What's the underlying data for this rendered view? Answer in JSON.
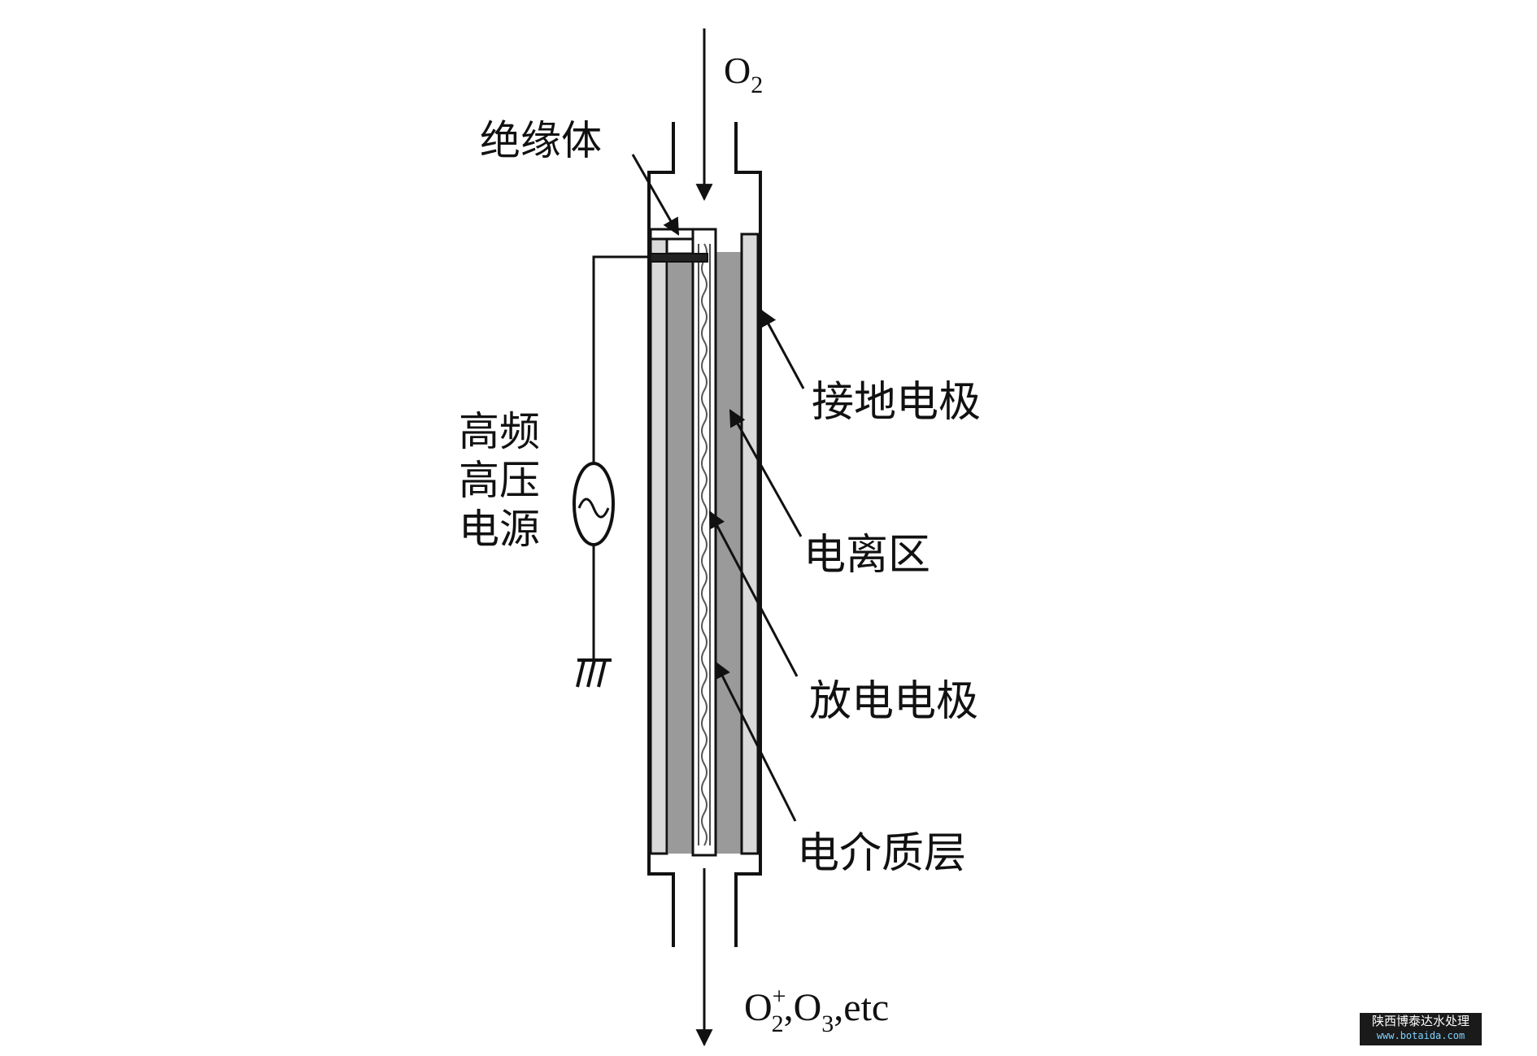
{
  "inlet": {
    "gas": "O",
    "subscript": "2"
  },
  "outlet": {
    "o2": "O",
    "o2_sub": "2",
    "o2_sup": "+",
    "sep1": ",",
    "o3": "O",
    "o3_sub": "3",
    "tail": ",etc"
  },
  "labels": {
    "insulator": "绝缘体",
    "ground_electrode": "接地电极",
    "ionization_zone": "电离区",
    "discharge_electrode": "放电电极",
    "dielectric_layer": "电介质层",
    "power_supply": [
      "高频",
      "高压",
      "电源"
    ]
  },
  "watermark": {
    "line1": "陕西博泰达水处理",
    "line2": "www.botaida.com"
  },
  "colors": {
    "line": "#111111",
    "zone_fill": "#9a9a9a",
    "plate_fill": "#d9d9d9"
  }
}
